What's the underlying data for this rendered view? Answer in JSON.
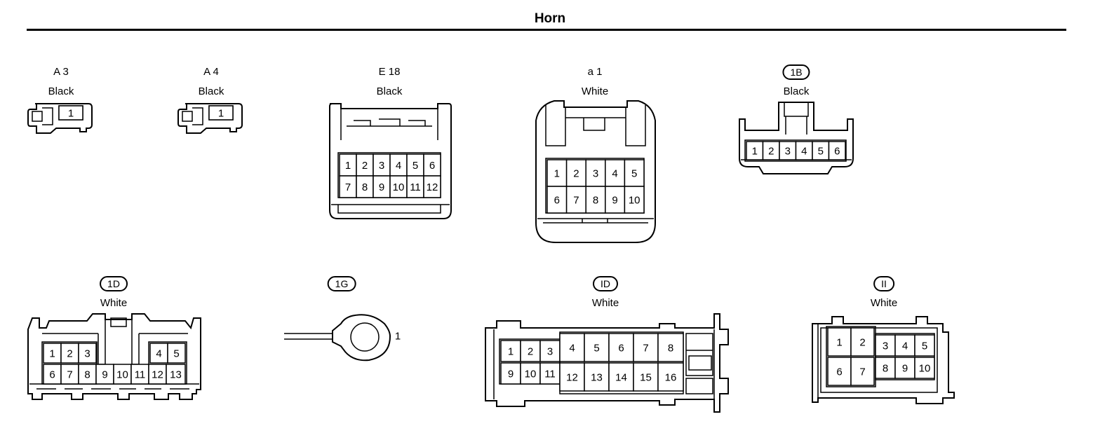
{
  "title": "Horn",
  "connectors": {
    "a3": {
      "code": "A 3",
      "color": "Black",
      "pins": [
        "1"
      ]
    },
    "a4": {
      "code": "A 4",
      "color": "Black",
      "pins": [
        "1"
      ]
    },
    "e18": {
      "code": "E 18",
      "color": "Black",
      "pins": [
        "1",
        "2",
        "3",
        "4",
        "5",
        "6",
        "7",
        "8",
        "9",
        "10",
        "11",
        "12"
      ]
    },
    "a1": {
      "code": "a 1",
      "color": "White",
      "pins": [
        "1",
        "2",
        "3",
        "4",
        "5",
        "6",
        "7",
        "8",
        "9",
        "10"
      ]
    },
    "c1b": {
      "code": "1B",
      "color": "Black",
      "pins": [
        "1",
        "2",
        "3",
        "4",
        "5",
        "6"
      ]
    },
    "c1d": {
      "code": "1D",
      "color": "White",
      "pins": [
        "1",
        "2",
        "3",
        "4",
        "5",
        "6",
        "7",
        "8",
        "9",
        "10",
        "11",
        "12",
        "13"
      ]
    },
    "c1g": {
      "code": "1G",
      "pins": [
        "1"
      ]
    },
    "cid": {
      "code": "ID",
      "color": "White",
      "pins": [
        "1",
        "2",
        "3",
        "4",
        "5",
        "6",
        "7",
        "8",
        "9",
        "10",
        "11",
        "12",
        "13",
        "14",
        "15",
        "16"
      ]
    },
    "cii": {
      "code": "II",
      "color": "White",
      "pins": [
        "1",
        "2",
        "3",
        "4",
        "5",
        "6",
        "7",
        "8",
        "9",
        "10"
      ]
    }
  }
}
